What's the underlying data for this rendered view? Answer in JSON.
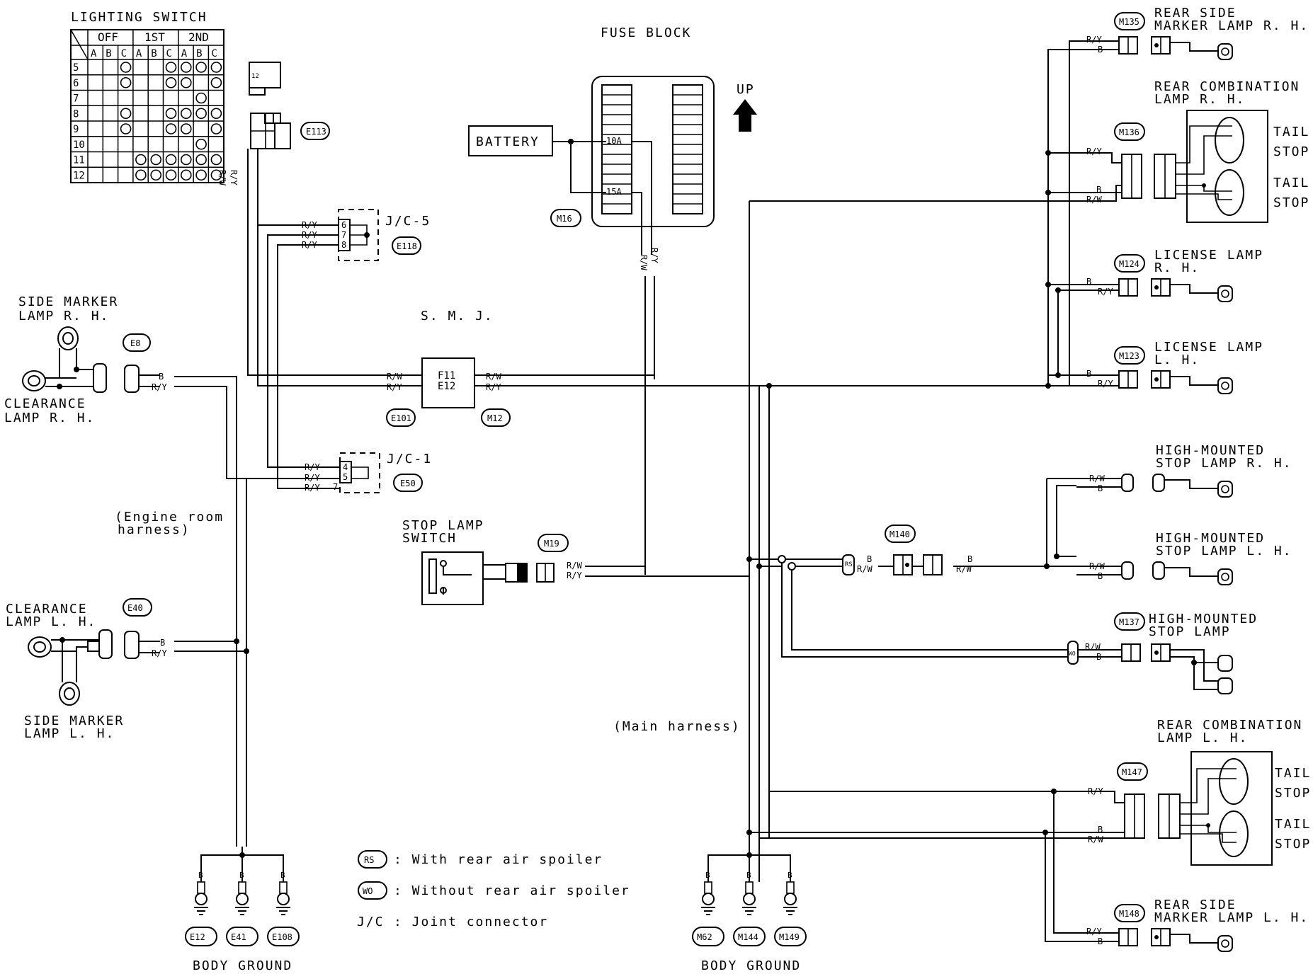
{
  "lighting_switch": {
    "title": "LIGHTING SWITCH",
    "positions": [
      "OFF",
      "1ST",
      "2ND"
    ],
    "columns": [
      "A",
      "B",
      "C",
      "A",
      "B",
      "C",
      "A",
      "B",
      "C"
    ],
    "rows": [
      "5",
      "6",
      "7",
      "8",
      "9",
      "10",
      "11",
      "12"
    ]
  },
  "fuse_block": {
    "title": "FUSE BLOCK",
    "fuse_10a": "10A",
    "fuse_15a": "15A",
    "connector": "M16"
  },
  "battery": "BATTERY",
  "up": "UP",
  "components": {
    "side_marker_rh": [
      "SIDE MARKER",
      "LAMP R. H."
    ],
    "clearance_rh": [
      "CLEARANCE",
      "LAMP R. H."
    ],
    "clearance_lh": [
      "CLEARANCE",
      "LAMP L. H."
    ],
    "side_marker_lh": [
      "SIDE MARKER",
      "LAMP L. H."
    ],
    "smj": "S. M. J.",
    "smj_pins": [
      "F11",
      "E12"
    ],
    "jc5": "J/C-5",
    "jc1": "J/C-1",
    "stop_switch": [
      "STOP LAMP",
      "SWITCH"
    ],
    "engine_harness": [
      "(Engine room",
      "harness)"
    ],
    "main_harness": "(Main harness)",
    "rear_side_rh": [
      "REAR SIDE",
      "MARKER LAMP R. H."
    ],
    "rear_comb_rh": [
      "REAR COMBINATION",
      "LAMP R. H."
    ],
    "license_rh": [
      "LICENSE LAMP",
      "R. H."
    ],
    "license_lh": [
      "LICENSE LAMP",
      "L. H."
    ],
    "hm_rh": [
      "HIGH-MOUNTED",
      "STOP LAMP R. H."
    ],
    "hm_lh": [
      "HIGH-MOUNTED",
      "STOP LAMP L. H."
    ],
    "hm": [
      "HIGH-MOUNTED",
      "STOP LAMP"
    ],
    "rear_comb_lh": [
      "REAR COMBINATION",
      "LAMP L. H."
    ],
    "rear_side_lh": [
      "REAR SIDE",
      "MARKER LAMP L. H."
    ],
    "tail": "TAIL",
    "stop": "STOP"
  },
  "connectors": {
    "e8": "E8",
    "e40": "E40",
    "e113": "E113",
    "e118": "E118",
    "e50": "E50",
    "e101": "E101",
    "m12": "M12",
    "m19": "M19",
    "m140": "M140",
    "m135": "M135",
    "m136": "M136",
    "m124": "M124",
    "m123": "M123",
    "m137": "M137",
    "m147": "M147",
    "m148": "M148",
    "e12": "E12",
    "e41": "E41",
    "e108": "E108",
    "m62": "M62",
    "m144": "M144",
    "m149": "M149"
  },
  "wires": {
    "b": "B",
    "ry": "R/Y",
    "rw": "R/W"
  },
  "jc5_pins": [
    "6",
    "7",
    "8"
  ],
  "jc1_pins": [
    "4",
    "5",
    "7"
  ],
  "body_ground": "BODY GROUND",
  "legend": {
    "rs_code": "RS",
    "rs_text": ": With rear air spoiler",
    "wo_code": "WO",
    "wo_text": ": Without rear air spoiler",
    "jc_code": "J/C",
    "jc_text": ": Joint connector"
  }
}
